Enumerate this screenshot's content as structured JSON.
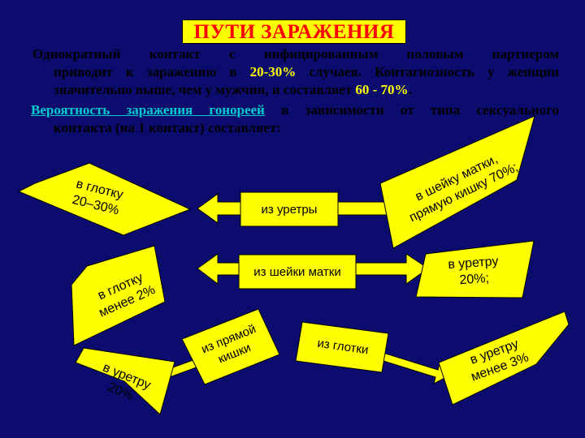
{
  "title": "ПУТИ ЗАРАЖЕНИЯ",
  "paragraph1": {
    "line1": "Однократный контакт с инфицированным половым партнером",
    "line2_before": "приводит к заражению в ",
    "line2_percent": "20-30%",
    "line2_after": " случаев. Контагиозность у женщин",
    "line3_before": "значительно выше, чем у мужчин, и составляет ",
    "line3_percent": "60 - 70%",
    "line3_after": "."
  },
  "paragraph2": {
    "link": "Вероятность заражения гонореей",
    "line1_after": " в зависимости от типа сексуального",
    "line2": "контакта (на 1 контакт) составляет:"
  },
  "diagram": {
    "colors": {
      "fill": "#ffff00",
      "stroke": "#000000",
      "background": "#0c0c6e"
    },
    "sources": {
      "urethra": "из уретры",
      "cervix": "из шейки матки",
      "rectum_line1": "из прямой",
      "rectum_line2": "кишки",
      "pharynx": "из глотки"
    },
    "targets": {
      "pharynx_from_urethra_l1": "в глотку",
      "pharynx_from_urethra_l2": "20–30%",
      "cervix_rectum_l1": "в шейку матки,",
      "cervix_rectum_l2": "прямую кишку 70%;",
      "pharynx_from_cervix_l1": "в глотку",
      "pharynx_from_cervix_l2": "менее 2%",
      "urethra_from_cervix_l1": "в уретру",
      "urethra_from_cervix_l2": "20%;",
      "urethra_from_rectum_l1": "в уретру",
      "urethra_from_rectum_l2": "20%",
      "urethra_from_pharynx_l1": "в уретру",
      "urethra_from_pharynx_l2": "менее 3%"
    }
  }
}
